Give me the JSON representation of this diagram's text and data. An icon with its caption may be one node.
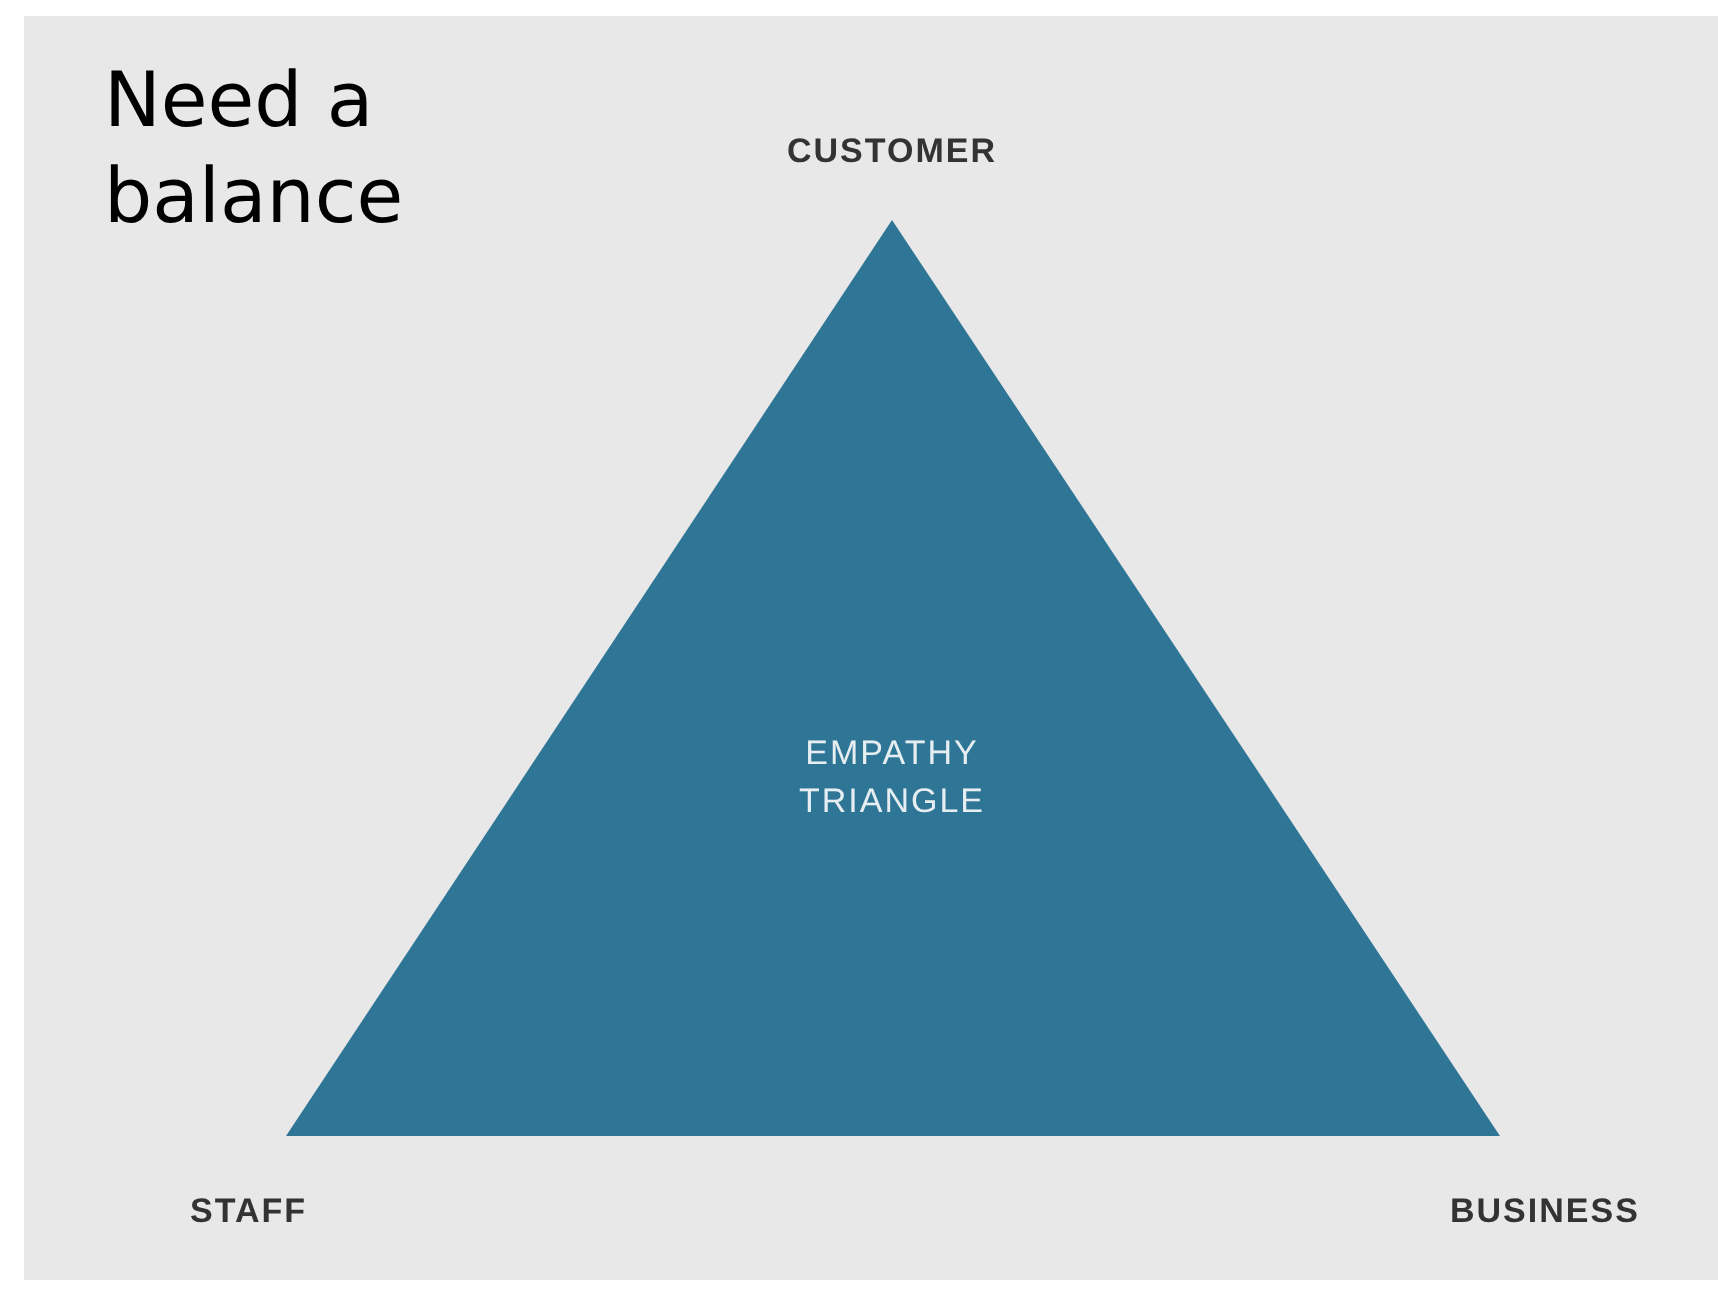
{
  "diagram": {
    "title": "Need a balance",
    "nodes": [
      {
        "text": [
          "EMPATHY TRIANGLE"
        ]
      }
    ],
    "labels": [
      "CUSTOMER",
      "STAFF",
      "BUSINESS"
    ]
  }
}
